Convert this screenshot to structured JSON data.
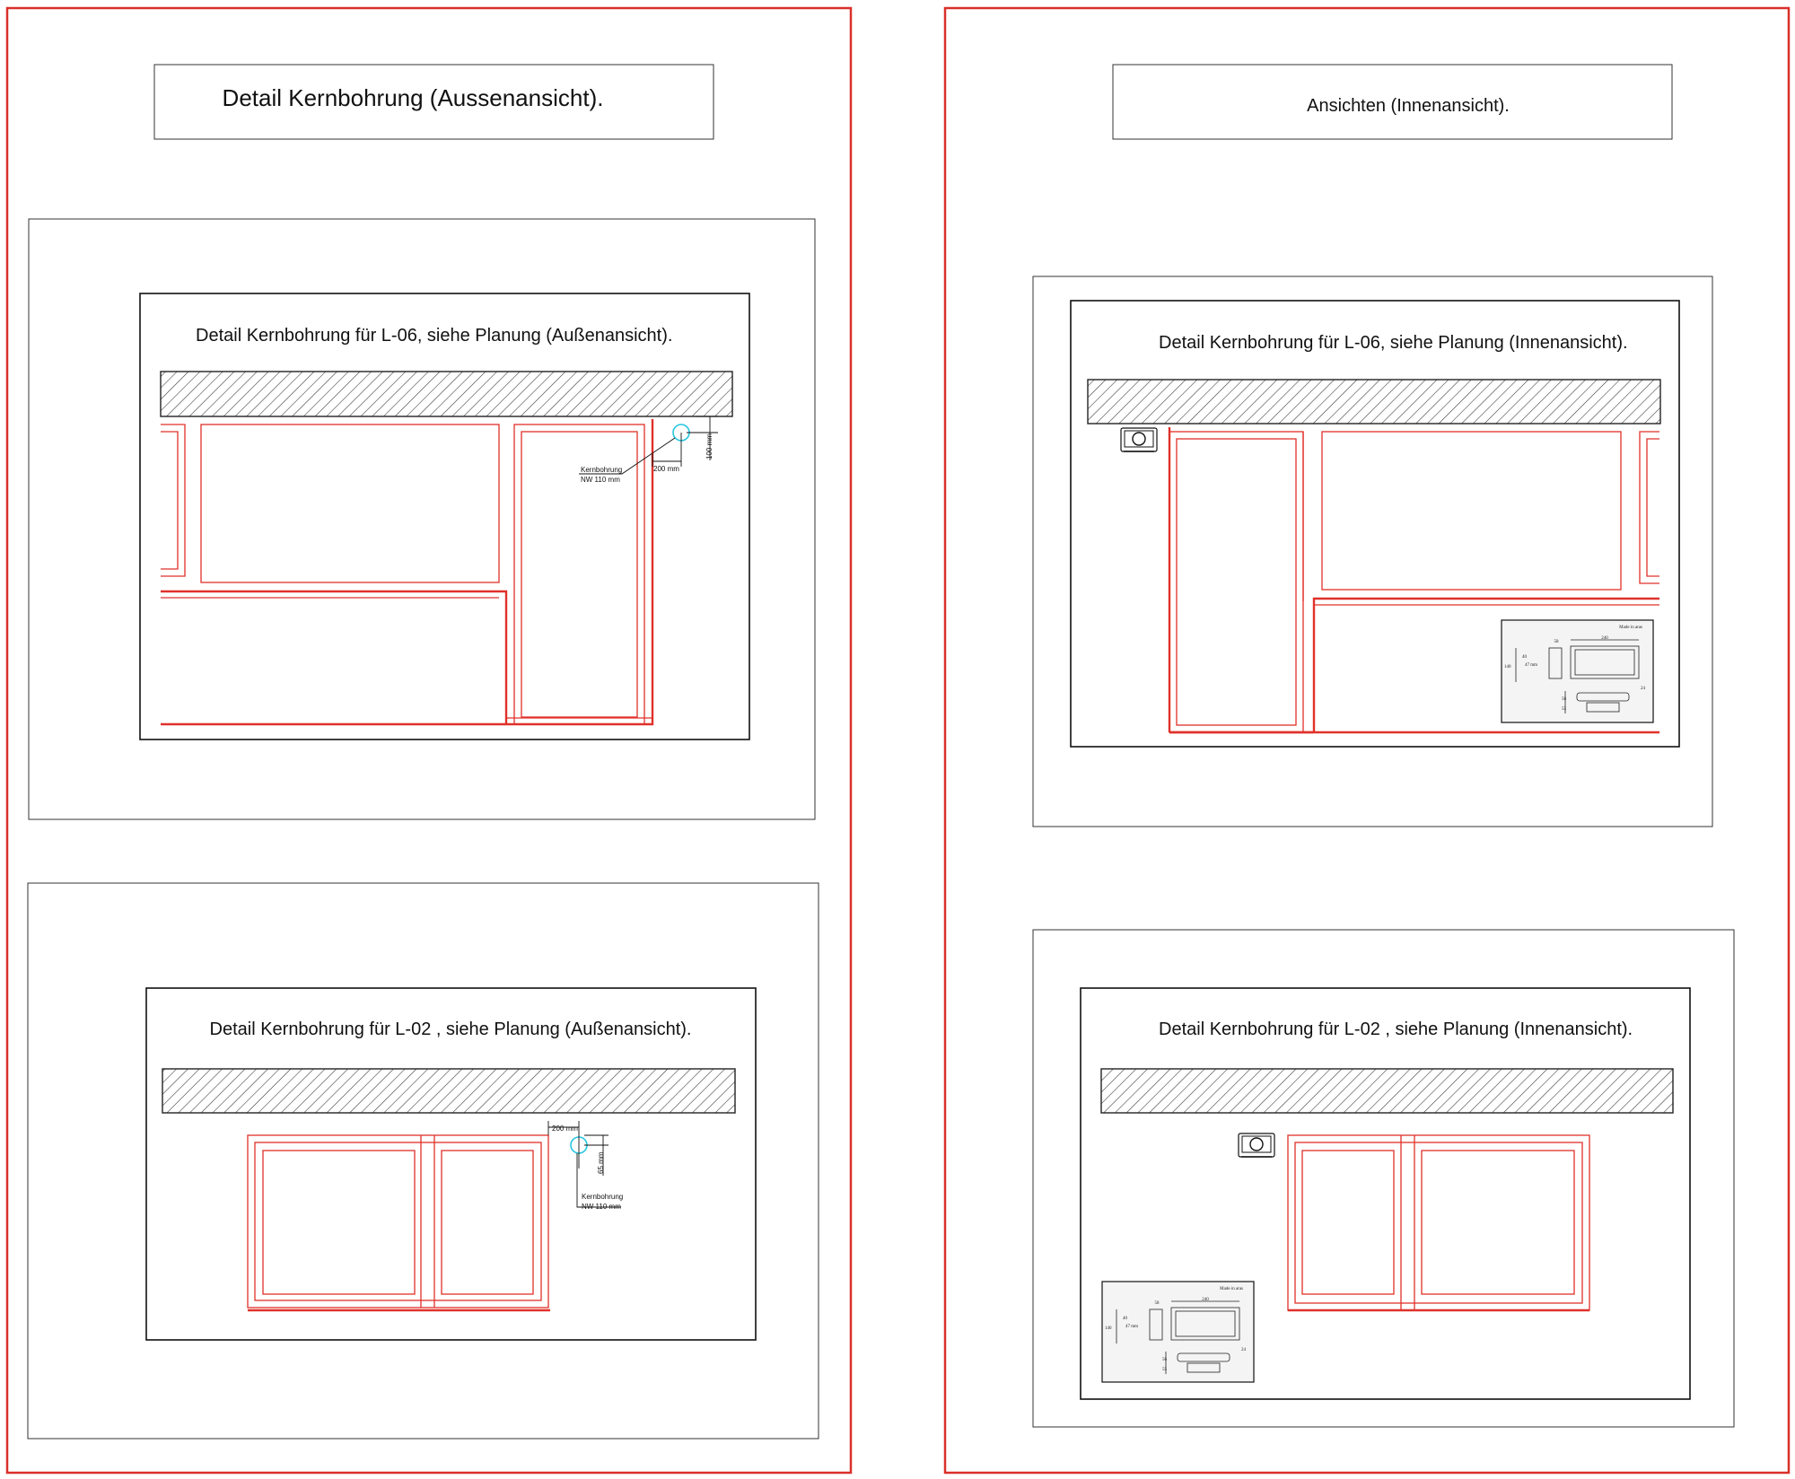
{
  "left_sheet": {
    "header": "Detail Kernbohrung (Aussenansicht).",
    "top_detail": {
      "title": "Detail Kernbohrung für L-06, siehe Planung (Außenansicht).",
      "dim_horizontal": "200 mm",
      "dim_vertical": "100 mm",
      "callout_line1": "Kernbohrung",
      "callout_line2": "NW 110 mm"
    },
    "bottom_detail": {
      "title": "Detail Kernbohrung für L-02 , siehe Planung (Außenansicht).",
      "dim_horizontal": "200 mm",
      "dim_vertical": "65 mm",
      "callout_line1": "Kernbohrung",
      "callout_line2": "NW 110 mm"
    }
  },
  "right_sheet": {
    "header": "Ansichten (Innenansicht).",
    "top_detail": {
      "title": "Detail Kernbohrung für L-06, siehe Planung (Innenansicht)."
    },
    "bottom_detail": {
      "title": "Detail Kernbohrung für L-02 , siehe Planung (Innenansicht)."
    }
  },
  "device_sheet": {
    "brand": "Made in aras",
    "width_label": "240",
    "depth_label": "58",
    "height_label": "140",
    "inner_label": "40",
    "sub_label": "47 mm",
    "side_label": "24",
    "low_label": "56",
    "foot_label": "55"
  },
  "colors": {
    "sheet_border": "#d9302a",
    "window_lines": "#e0312a",
    "core_drill_marker": "#27c6e0"
  }
}
